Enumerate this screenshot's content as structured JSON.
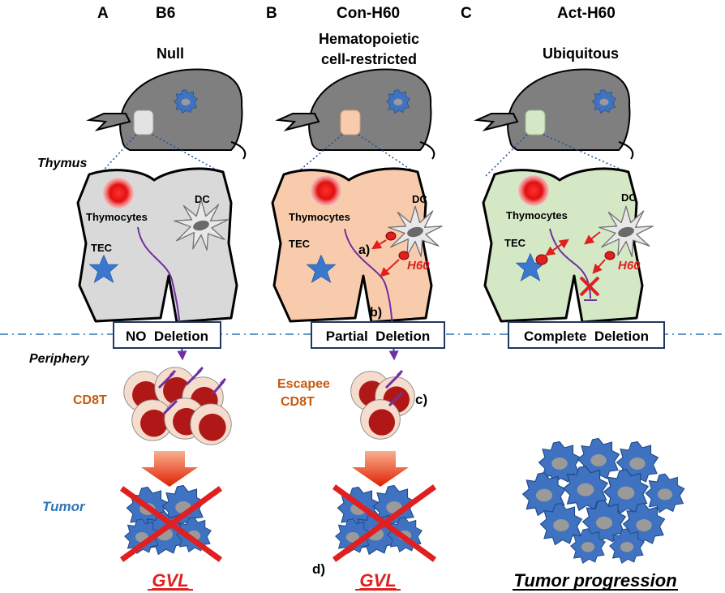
{
  "panels": [
    {
      "letter": "A",
      "strain": "B6",
      "expression": "Null",
      "deletion": "NO  Deletion",
      "outcome": "GVL",
      "fill": "#d9d9d9",
      "organ": "#e3e3e3"
    },
    {
      "letter": "B",
      "strain": "Con-H60",
      "expression_l1": "Hematopoietic",
      "expression_l2": "cell-restricted",
      "deletion": "Partial  Deletion",
      "outcome": "GVL",
      "fill": "#f8cbad",
      "organ": "#f8cbad"
    },
    {
      "letter": "C",
      "strain": "Act-H60",
      "expression": "Ubiquitous",
      "deletion": "Complete  Deletion",
      "outcome": "Tumor progression",
      "fill": "#d5e8c6",
      "organ": "#d5e8c6"
    }
  ],
  "side_labels": {
    "thymus": "Thymus",
    "periphery": "Periphery",
    "tumor": "Tumor"
  },
  "cell_labels": {
    "thymocytes": "Thymocytes",
    "tec": "TEC",
    "dc": "DC",
    "h60": "H60",
    "cd8t": "CD8T",
    "escapee_l1": "Escapee",
    "escapee_l2": "CD8T"
  },
  "step_labels": {
    "a": "a)",
    "b": "b)",
    "c": "c)",
    "d": "d)"
  },
  "colors": {
    "red_label": "#e02020",
    "blue_label": "#2e75b6",
    "orange_label": "#c55a11",
    "purple": "#7030a0",
    "box_border": "#203864",
    "divider": "#2e75b6"
  }
}
